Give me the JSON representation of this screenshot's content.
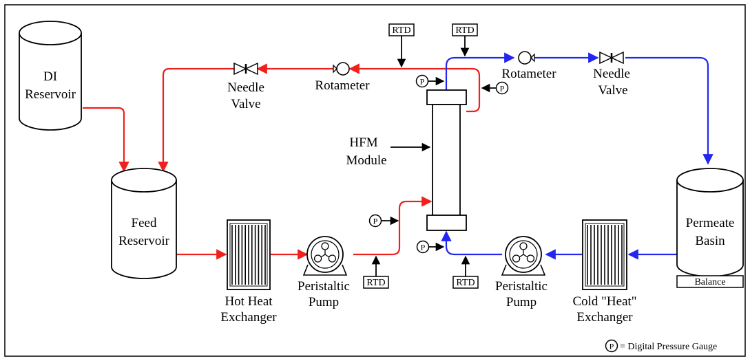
{
  "colors": {
    "hot_line": "#f0201c",
    "cold_line": "#2326ee",
    "stroke": "#000000",
    "background": "#ffffff"
  },
  "components": {
    "di_reservoir": [
      "DI",
      "Reservoir"
    ],
    "feed_reservoir": [
      "Feed",
      "Reservoir"
    ],
    "permeate_basin": [
      "Permeate",
      "Basin"
    ],
    "balance": "Balance",
    "hot_exchanger": [
      "Hot Heat",
      "Exchanger"
    ],
    "cold_exchanger": [
      "Cold \"Heat\"",
      "Exchanger"
    ],
    "pump_hot": [
      "Peristaltic",
      "Pump"
    ],
    "pump_cold": [
      "Peristaltic",
      "Pump"
    ],
    "hfm_module": [
      "HFM",
      "Module"
    ],
    "rotameter_hot": "Rotameter",
    "rotameter_cold": "Rotameter",
    "needle_valve_hot": [
      "Needle",
      "Valve"
    ],
    "needle_valve_cold": [
      "Needle",
      "Valve"
    ]
  },
  "sensors": {
    "rtd_label": "RTD",
    "gauge_label": "P"
  },
  "legend": {
    "symbol": "P",
    "text": "= Digital Pressure Gauge"
  }
}
